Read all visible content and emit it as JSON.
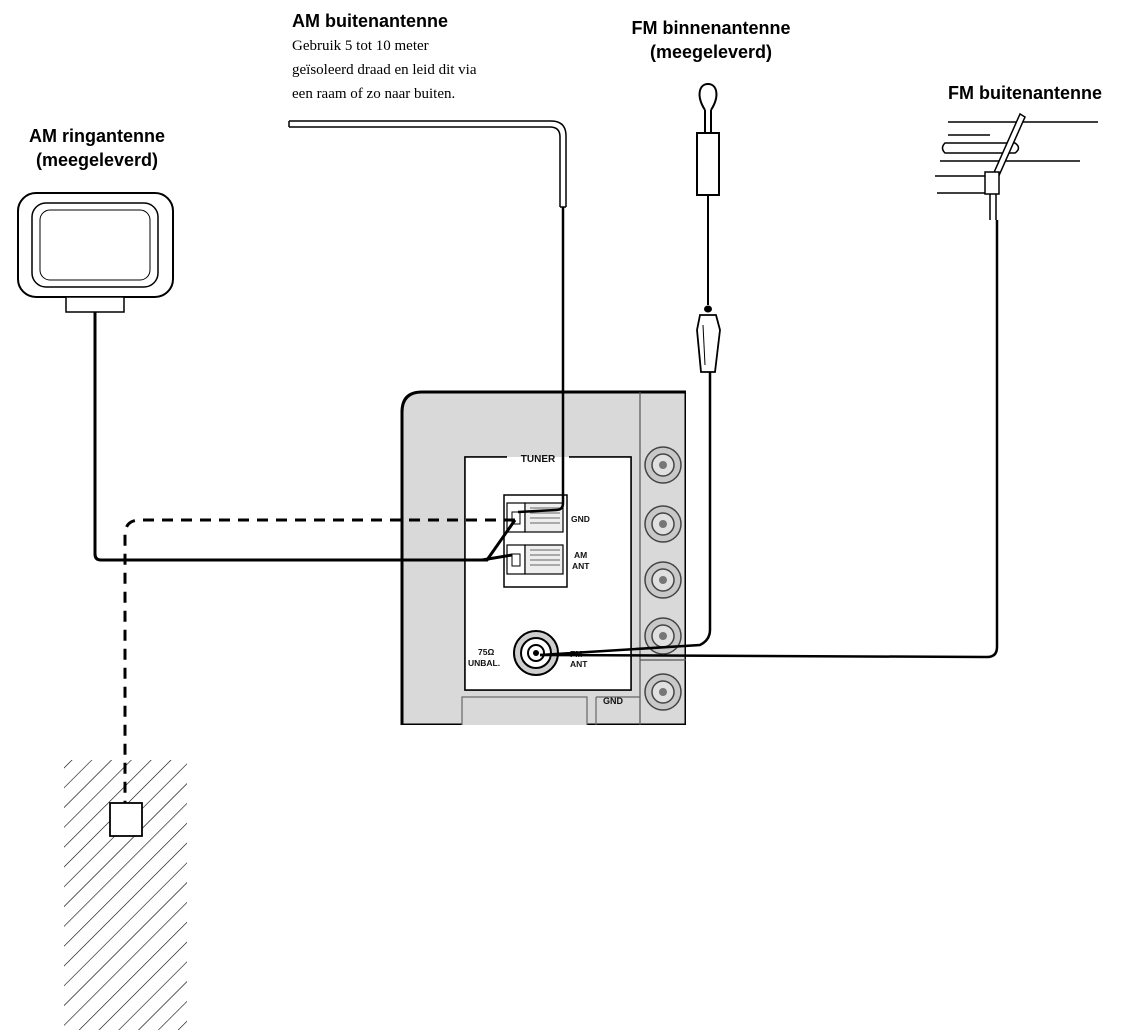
{
  "labels": {
    "am_outdoor_title": "AM buitenantenne",
    "am_outdoor_desc": [
      "Gebruik 5 tot 10 meter",
      "geïsoleerd draad en leid dit via",
      "een raam of zo naar buiten."
    ],
    "fm_indoor_title": [
      "FM binnenantenne",
      "(meegeleverd)"
    ],
    "fm_outdoor_title": "FM buitenantenne",
    "am_loop_title": [
      "AM ringantenne",
      "(meegeleverd)"
    ]
  },
  "panel": {
    "tuner_label": "TUNER",
    "gnd_label": "GND",
    "am_ant_label": [
      "AM",
      "ANT"
    ],
    "impedance_label": [
      "75Ω",
      "UNBAL."
    ],
    "fm_ant_label": [
      "FM",
      "ANT"
    ],
    "gnd_label_lower": "GND"
  },
  "colors": {
    "line": "#000000",
    "panel_fill": "#d9d9d9",
    "panel_inner": "#ffffff",
    "jack_fill": "#bfbfbf"
  }
}
